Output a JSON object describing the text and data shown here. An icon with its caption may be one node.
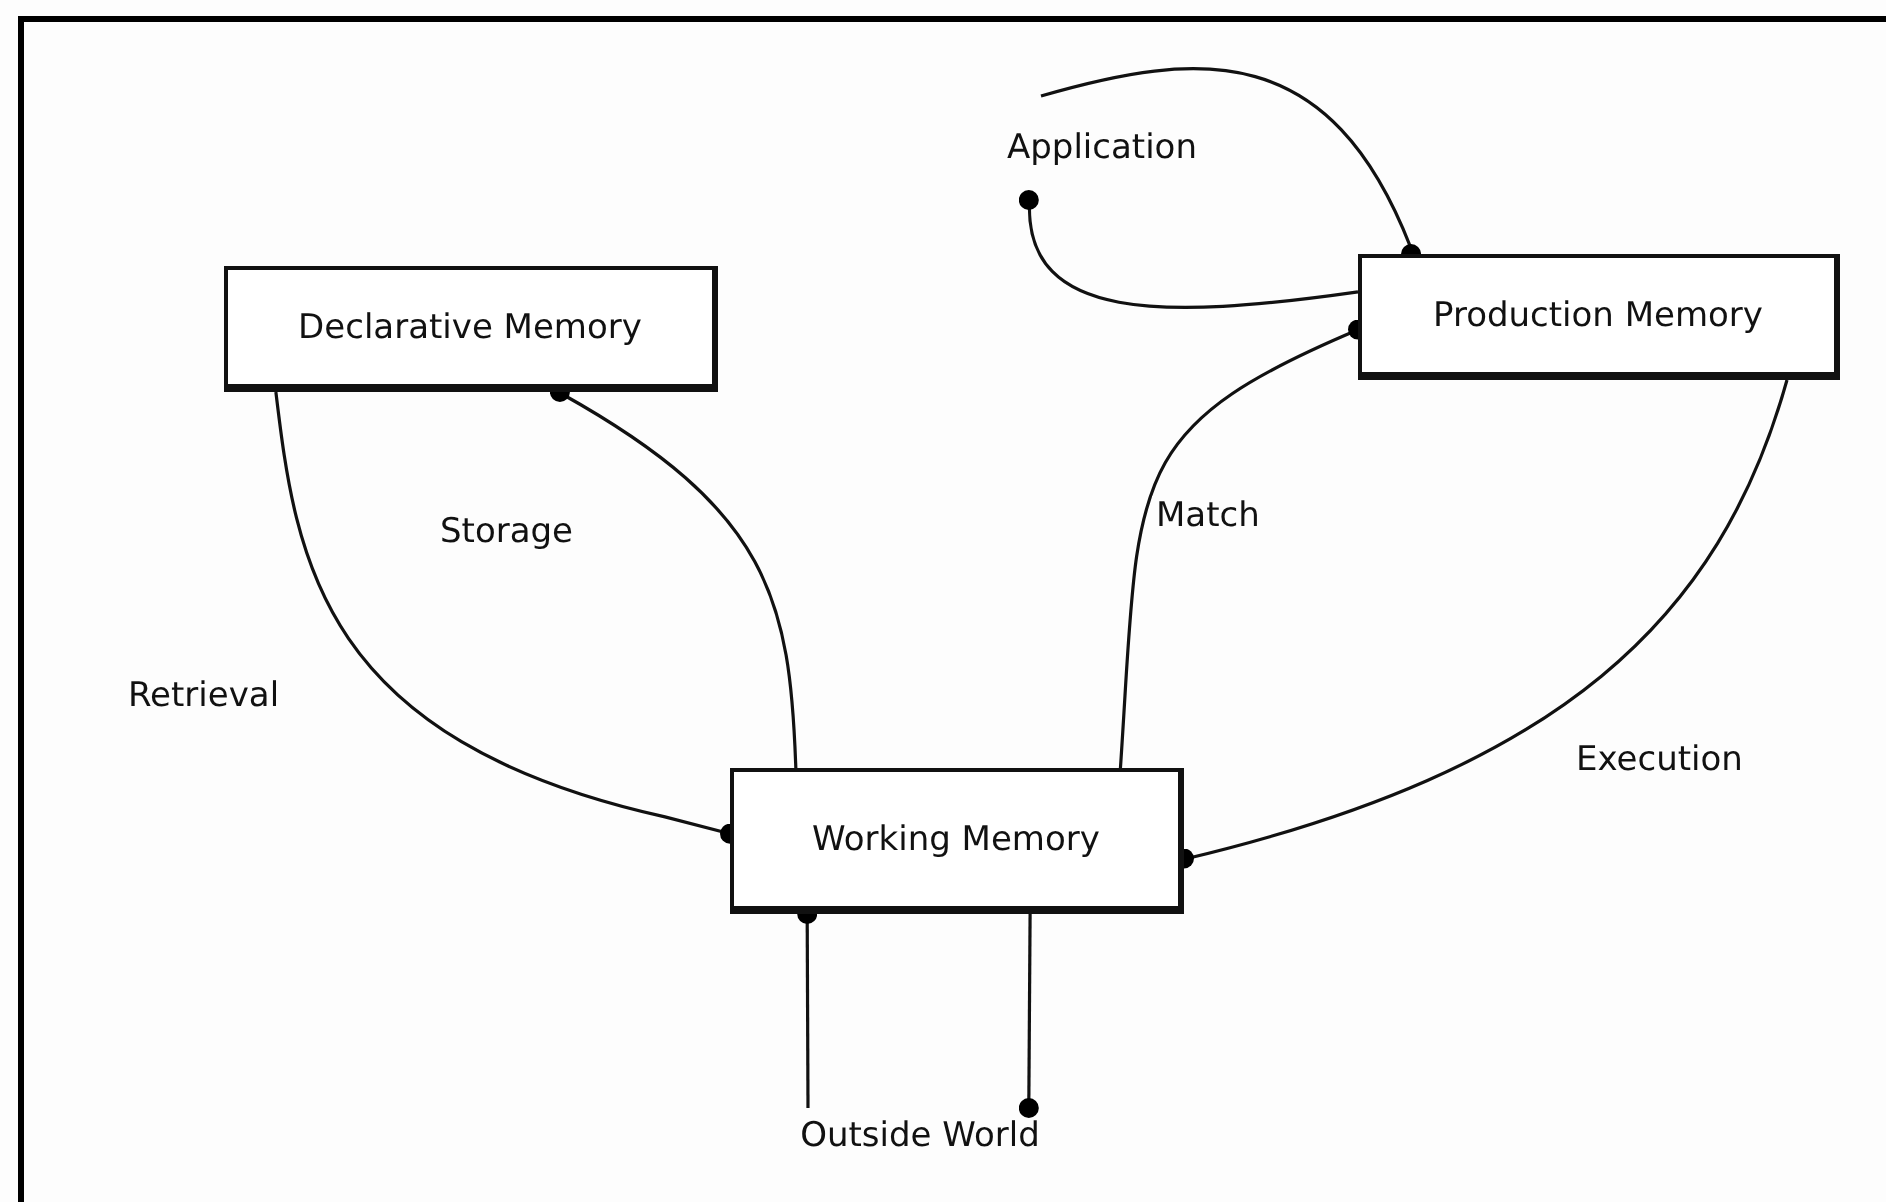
{
  "diagram": {
    "nodes": [
      {
        "text": [
          "Declarative Memory"
        ]
      },
      {
        "text": [
          "Production Memory"
        ]
      },
      {
        "text": [
          "Working Memory"
        ]
      },
      {
        "text": [
          "Outside World"
        ]
      },
      {
        "text": [
          "Application"
        ]
      }
    ],
    "edges": [
      {
        "from": 0,
        "to": 2,
        "arrow": "other",
        "label": "Retrieval"
      },
      {
        "from": 2,
        "to": 0,
        "arrow": "other",
        "label": "Storage"
      },
      {
        "from": 2,
        "to": 1,
        "arrow": "other",
        "label": "Match"
      },
      {
        "from": 1,
        "to": 2,
        "arrow": "other",
        "label": "Execution"
      },
      {
        "from": 3,
        "to": 2,
        "arrow": "other"
      },
      {
        "from": 2,
        "to": 3,
        "arrow": "other"
      },
      {
        "from": 1,
        "to": 4,
        "arrow": "other"
      },
      {
        "from": 4,
        "to": 1,
        "arrow": "other"
      }
    ]
  }
}
